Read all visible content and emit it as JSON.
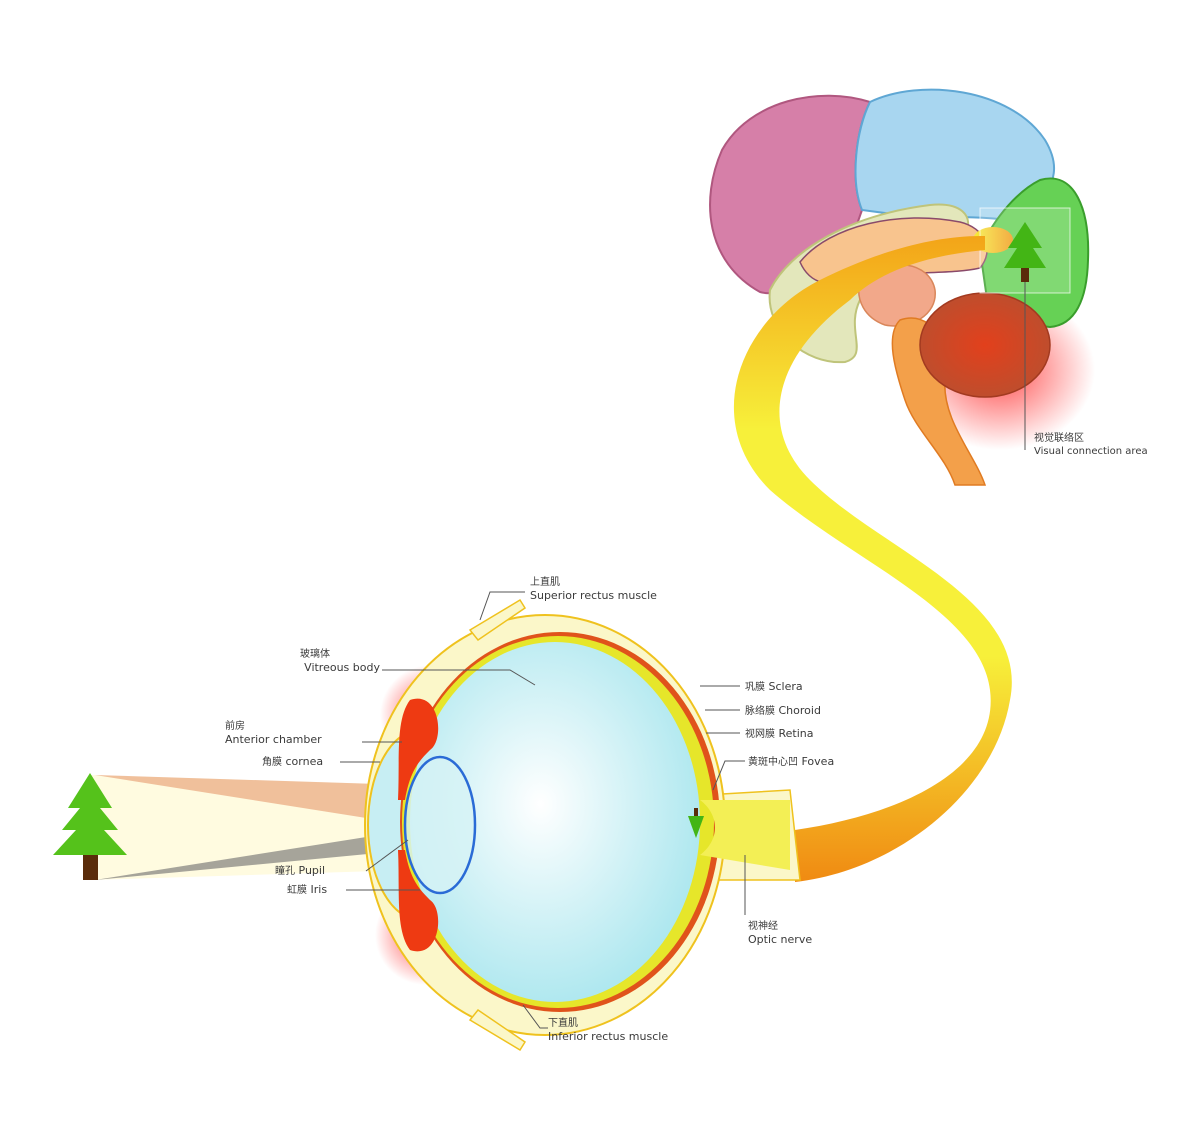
{
  "diagram": {
    "title": "Visual pathway: eye to brain",
    "colors": {
      "tree_green": "#55c21b",
      "tree_trunk": "#5a2c0a",
      "sclera": "#fbf7c9",
      "sclera_edge": "#efc21e",
      "retina": "#e6e62a",
      "choroid": "#e0531b",
      "vitreous": "#bfeef3",
      "lens_edge": "#2a6bd6",
      "iris_red": "#ee3a12",
      "nerve_yellow": "#f6ef2e",
      "nerve_orange": "#f08a12",
      "frontal_lobe": "#d67fa8",
      "parietal_lobe": "#8fc6ea",
      "occipital_lobe": "#5ecb4a",
      "temporal_lobe": "#dfe3b0",
      "cerebellum": "#c84a2a",
      "label_text": "#3a3a3a"
    },
    "labels": {
      "superior_rectus": {
        "zh": "上直肌",
        "en": "Superior rectus muscle"
      },
      "vitreous_body": {
        "zh": "玻璃体",
        "en": "Vitreous body"
      },
      "anterior_chamber": {
        "zh": "前房",
        "en": "Anterior chamber"
      },
      "cornea": {
        "zh": "角膜",
        "en": "cornea"
      },
      "sclera": {
        "zh": "巩膜",
        "en": "Sclera"
      },
      "choroid": {
        "zh": "脉络膜",
        "en": "Choroid"
      },
      "retina": {
        "zh": "视网膜",
        "en": "Retina"
      },
      "fovea": {
        "zh": "黄斑中心凹",
        "en": "Fovea"
      },
      "pupil": {
        "zh": "瞳孔",
        "en": "Pupil"
      },
      "iris": {
        "zh": "虹膜",
        "en": "Iris"
      },
      "optic_nerve": {
        "zh": "视神经",
        "en": "Optic nerve"
      },
      "inferior_rectus": {
        "zh": "下直肌",
        "en": "Inferior rectus muscle"
      },
      "visual_connection_area": {
        "zh": "视觉联络区",
        "en": "Visual connection area"
      }
    }
  }
}
